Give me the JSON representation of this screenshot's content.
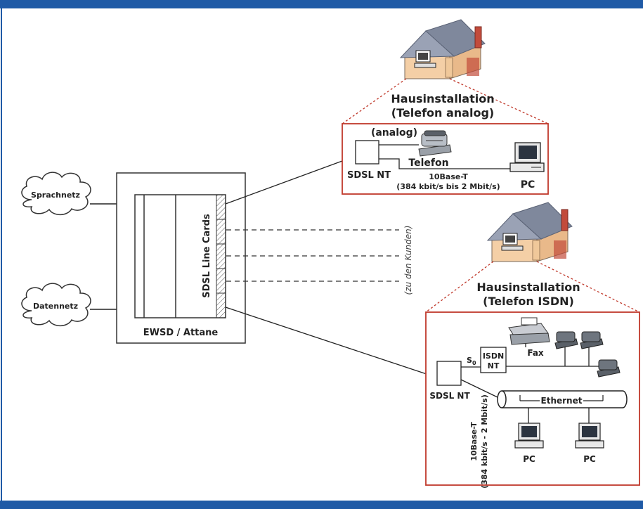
{
  "clouds": {
    "voice": "Sprachnetz",
    "data": "Datennetz"
  },
  "exchange": {
    "name": "EWSD / Attane",
    "line_cards": "SDSL Line Cards"
  },
  "to_customers": "(zu den Kunden)",
  "house_analog": {
    "title_line1": "Hausinstallation",
    "title_line2": "(Telefon analog)",
    "analog_label": "(analog)",
    "phone_label": "Telefon",
    "ntu_label": "SDSL NT",
    "link_label_line1": "10Base-T",
    "link_label_line2": "(384 kbit/s bis 2 Mbit/s)",
    "pc_label": "PC"
  },
  "house_isdn": {
    "title_line1": "Hausinstallation",
    "title_line2": "(Telefon ISDN)",
    "s0_label": "S",
    "s0_sub": "0",
    "isdn_nt_line1": "ISDN",
    "isdn_nt_line2": "NT",
    "fax_label": "Fax",
    "ntu_label": "SDSL NT",
    "ethernet_label": "Ethernet",
    "link_label_line1": "10Base-T",
    "link_label_line2": "(384 kbit/s - 2 Mbit/s)",
    "pc1_label": "PC",
    "pc2_label": "PC"
  },
  "colors": {
    "frame_blue": "#1f5aa6",
    "callout_red": "#c0392b",
    "roof": "#8c95a8",
    "wall": "#f4cfa6",
    "chimney": "#c24b3b",
    "cloud_fill": "#ffffff",
    "line": "#222222"
  }
}
